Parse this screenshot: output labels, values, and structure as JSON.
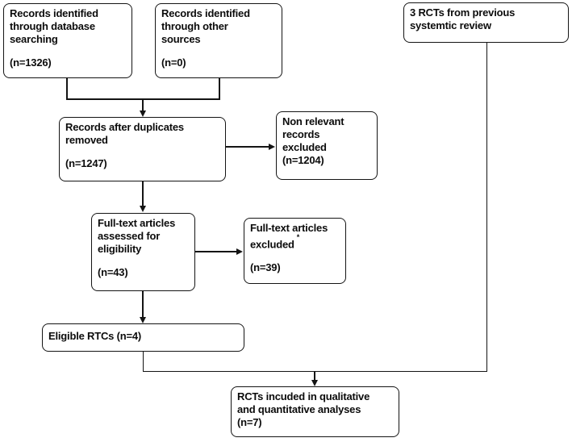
{
  "diagram": {
    "kind": "prisma-flowchart",
    "background_color": "#ffffff",
    "line_color": "#141414",
    "text_color": "#0c0c0c",
    "boxes": {
      "records_db": {
        "text": "Records identified\nthrough database\nsearching",
        "count": "(n=1326)"
      },
      "records_other": {
        "text": "Records identified\nthrough other\nsources",
        "count": "(n=0)"
      },
      "previous_rcts": {
        "text": "3 RCTs from previous\nsystemtic review"
      },
      "after_duplicates": {
        "text": "Records after duplicates\nremoved",
        "count": "(n=1247)"
      },
      "non_relevant": {
        "text": "Non relevant\nrecords\nexcluded\n(n=1204)"
      },
      "fulltext_assessed": {
        "text": "Full-text articles\nassessed for\neligibility",
        "count": "(n=43)"
      },
      "fulltext_excluded": {
        "text": "Full-text articles\nexcluded",
        "sup": "*",
        "count": "(n=39)"
      },
      "eligible": {
        "text": "Eligible RTCs (n=4)"
      },
      "included": {
        "text": "RCTs incuded in qualitative\nand quantitative analyses\n(n=7)"
      }
    },
    "edges": [
      {
        "from": "records_db",
        "to": "after_duplicates"
      },
      {
        "from": "records_other",
        "to": "after_duplicates"
      },
      {
        "from": "after_duplicates",
        "to": "non_relevant"
      },
      {
        "from": "after_duplicates",
        "to": "fulltext_assessed"
      },
      {
        "from": "fulltext_assessed",
        "to": "fulltext_excluded"
      },
      {
        "from": "fulltext_assessed",
        "to": "eligible"
      },
      {
        "from": "eligible",
        "to": "included"
      },
      {
        "from": "previous_rcts",
        "to": "included"
      }
    ]
  }
}
